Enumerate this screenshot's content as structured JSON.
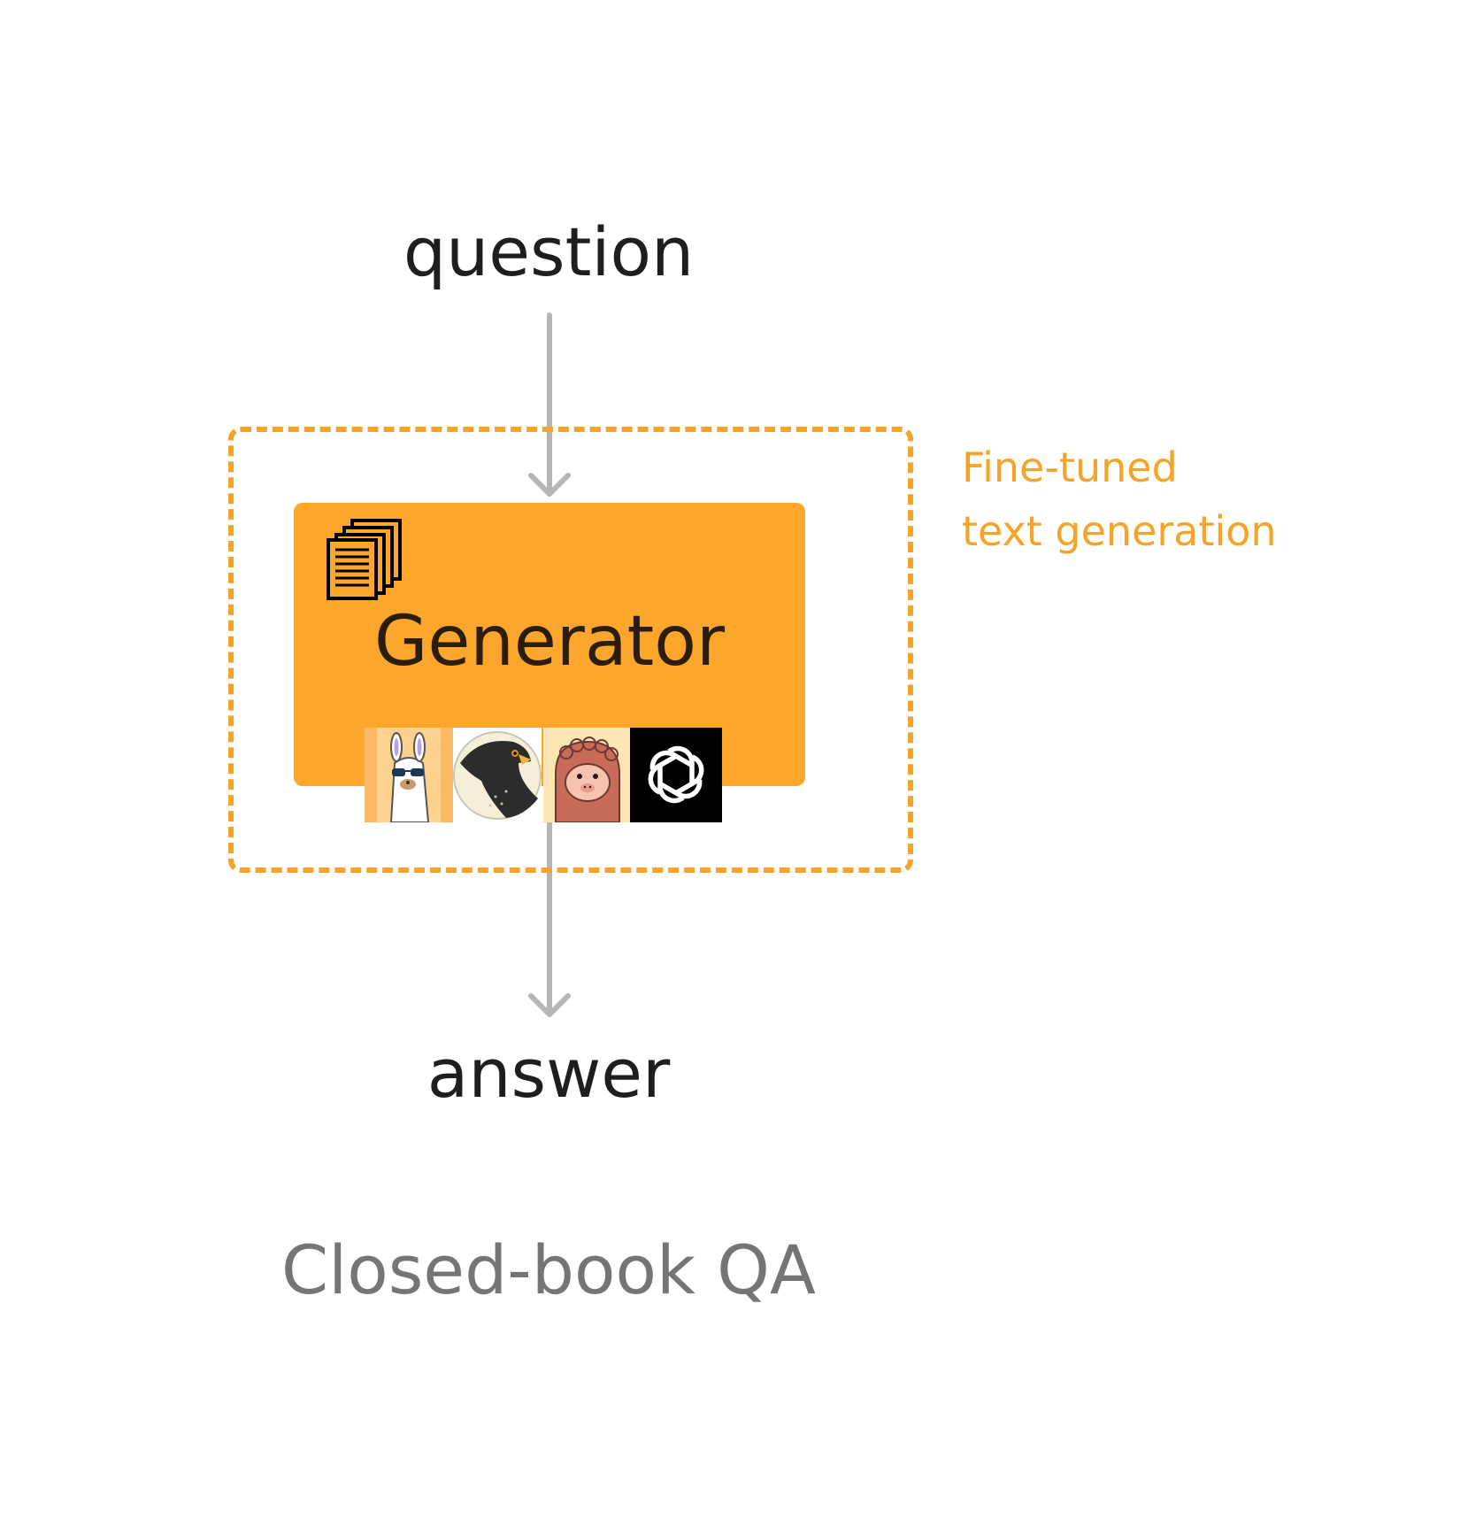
{
  "diagram": {
    "input_label": "question",
    "output_label": "answer",
    "block_label": "Generator",
    "side_note": [
      "Fine-tuned",
      "text generation"
    ],
    "caption": "Closed-book QA",
    "icons": [
      "documents-icon",
      "llama-logo",
      "falcon-logo",
      "alpaca-logo",
      "openai-logo"
    ],
    "colors": {
      "accent": "#fca62c",
      "frame": "#f5a329",
      "arrow": "#b5b5b5",
      "text": "#1e1e1e",
      "caption": "#757575"
    }
  }
}
